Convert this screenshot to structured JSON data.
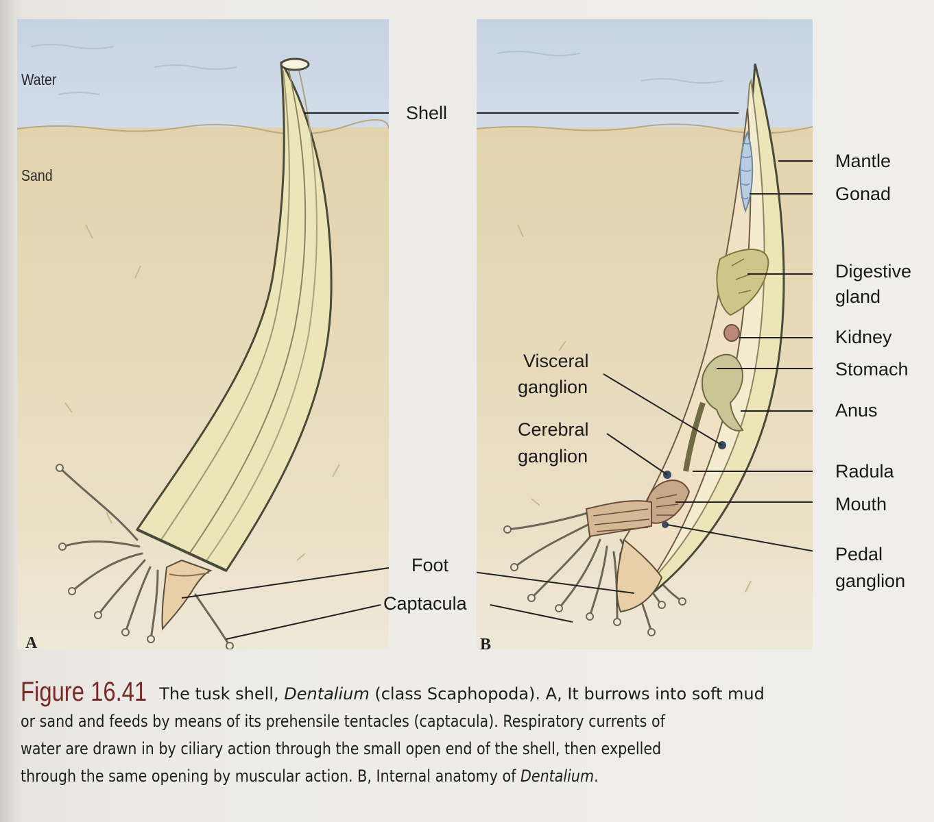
{
  "labels": {
    "water": "Water",
    "sand": "Sand",
    "shell": "Shell",
    "foot": "Foot",
    "captacula": "Captacula",
    "mantle": "Mantle",
    "gonad": "Gonad",
    "digestive_gland_line1": "Digestive",
    "digestive_gland_line2": "gland",
    "kidney": "Kidney",
    "stomach": "Stomach",
    "anus": "Anus",
    "visceral_ganglion_line1": "Visceral",
    "visceral_ganglion_line2": "ganglion",
    "cerebral_ganglion_line1": "Cerebral",
    "cerebral_ganglion_line2": "ganglion",
    "radula": "Radula",
    "mouth": "Mouth",
    "pedal_ganglion_line1": "Pedal",
    "pedal_ganglion_line2": "ganglion",
    "panel_a": "A",
    "panel_b": "B"
  },
  "caption": {
    "figure_number": "Figure 16.41",
    "line1_a": "The tusk shell, ",
    "line1_genus": "Dentalium",
    "line1_b": " (class Scaphopoda). A, It burrows into soft mud",
    "line2": "or sand and feeds by means of its prehensile tentacles (captacula). Respiratory currents of",
    "line3": "water are drawn in by ciliary action through the small open end of the shell, then expelled",
    "line4_a": "through the same opening by muscular action. B, Internal anatomy of ",
    "line4_genus": "Dentalium",
    "line4_b": "."
  },
  "colors": {
    "water": "#c6d3e3",
    "sand": "#e2d3ad",
    "shell": "#ece5b8",
    "shell_outline": "#4a4a3a",
    "gonad": "#b9cde0",
    "digestive_gland": "#cfc58a",
    "kidney": "#b98a7a",
    "caption_figure": "#7a2a26"
  }
}
